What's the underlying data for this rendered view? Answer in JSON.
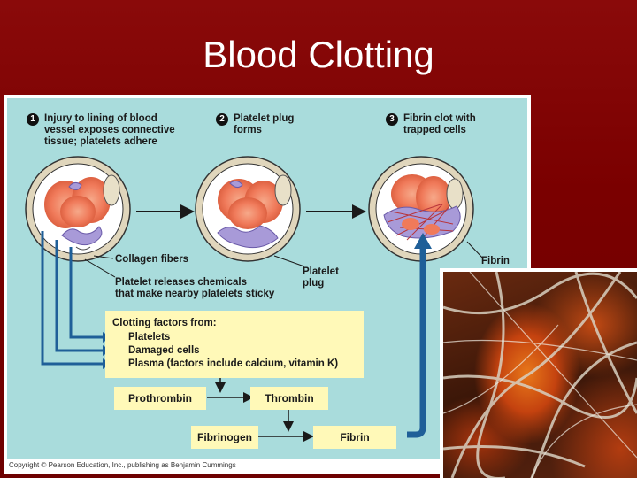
{
  "slide": {
    "title": "Blood Clotting"
  },
  "steps": [
    {
      "number": "1",
      "lines": [
        "Injury to lining of blood",
        "vessel exposes connective",
        "tissue; platelets adhere"
      ]
    },
    {
      "number": "2",
      "lines": [
        "Platelet plug",
        "forms"
      ]
    },
    {
      "number": "3",
      "lines": [
        "Fibrin clot with",
        "trapped cells"
      ]
    }
  ],
  "annotations": {
    "collagen": "Collagen fibers",
    "platelet_plug": [
      "Platelet",
      "plug"
    ],
    "fibrin": "Fibrin",
    "platelet_releases": [
      "Platelet releases chemicals",
      "that make nearby platelets sticky"
    ]
  },
  "clotting_factors": {
    "heading": "Clotting factors from:",
    "items": [
      "Platelets",
      "Damaged cells",
      "Plasma (factors include calcium, vitamin K)"
    ]
  },
  "chemistry": {
    "prothrombin": "Prothrombin",
    "thrombin": "Thrombin",
    "fibrinogen": "Fibrinogen",
    "fibrin": "Fibrin"
  },
  "copyright": "Copyright © Pearson Education, Inc., publishing as Benjamin Cummings",
  "colors": {
    "background": "#7a0000",
    "panel": "#a9dcdc",
    "label_box": "#fff9b8",
    "arrow_blue": "#1f5f98",
    "red_cell": "#f07a5a",
    "platelet": "#a89ad8"
  }
}
